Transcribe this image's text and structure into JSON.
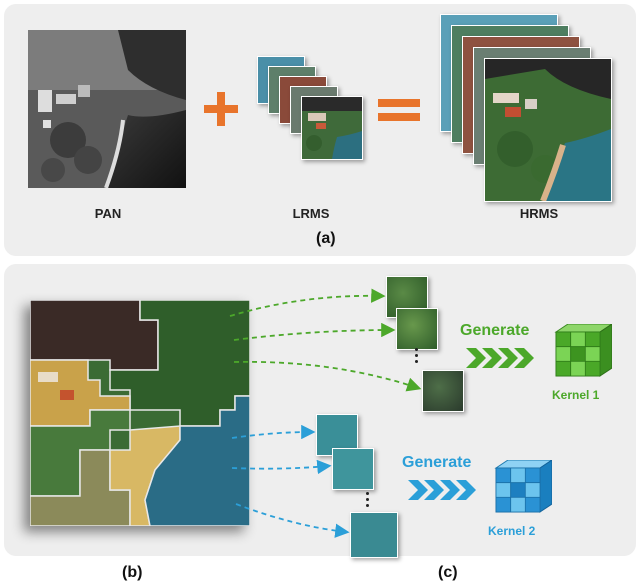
{
  "panel_a": {
    "pan_label": "PAN",
    "lrms_label": "LRMS",
    "hrms_label": "HRMS",
    "caption": "(a)",
    "plus_color": "#e8742b",
    "equals_color": "#e8742b"
  },
  "panel_bc": {
    "caption_b": "(b)",
    "caption_c": "(c)",
    "green": {
      "generate_label": "Generate",
      "kernel_label": "Kernel 1",
      "color": "#4ca82a"
    },
    "blue": {
      "generate_label": "Generate",
      "kernel_label": "Kernel 2",
      "color": "#2b9fd8"
    }
  }
}
